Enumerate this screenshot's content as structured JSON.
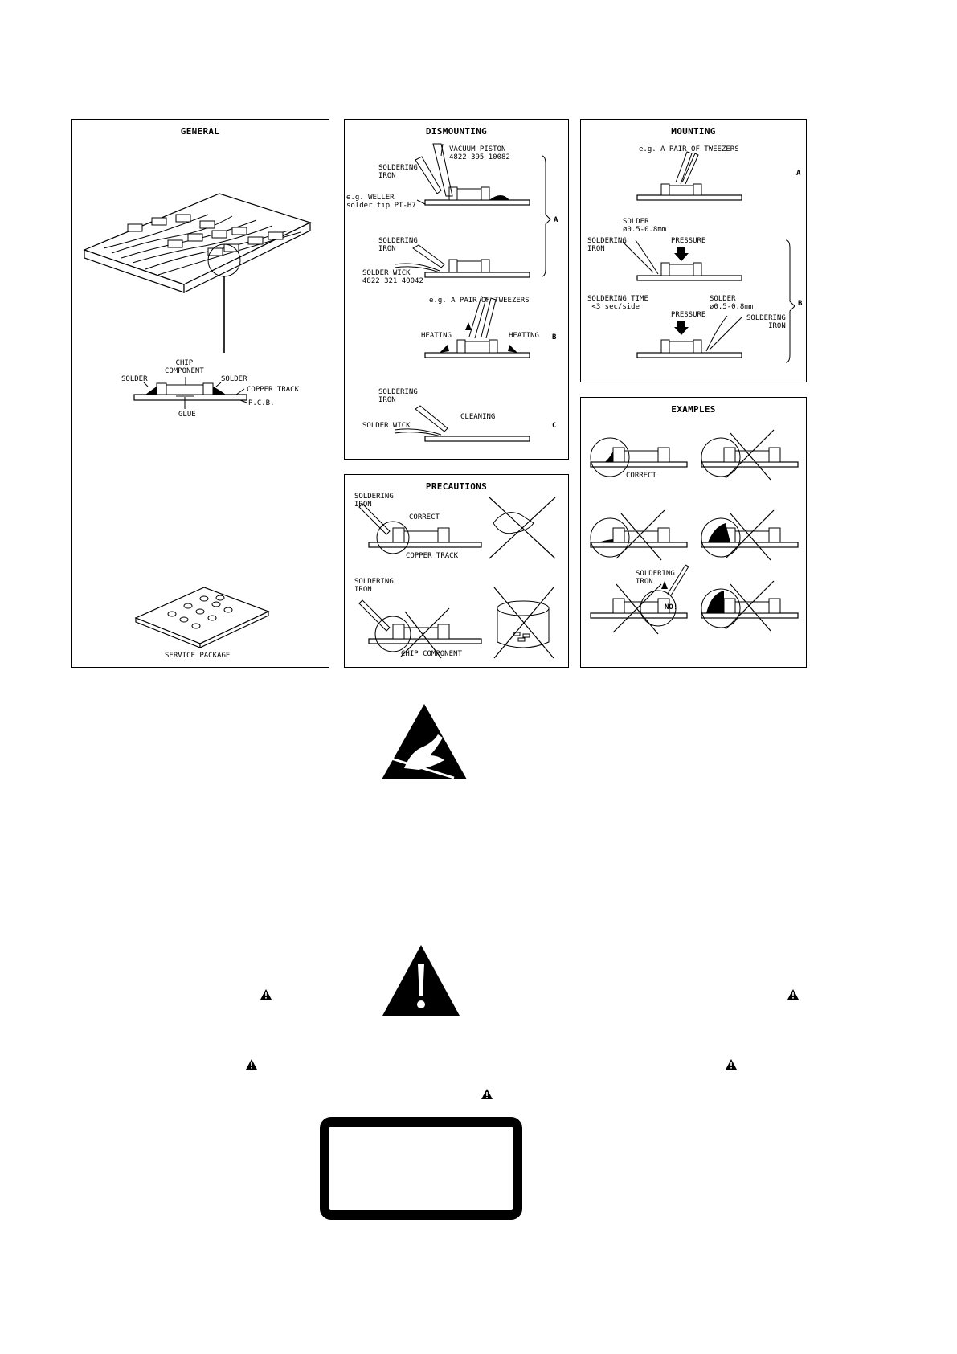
{
  "general": {
    "title": "GENERAL",
    "labels": {
      "chip_component": "CHIP\nCOMPONENT",
      "solder_left": "SOLDER",
      "solder_right": "SOLDER",
      "copper_track": "COPPER TRACK",
      "pcb": "P.C.B.",
      "glue": "GLUE",
      "service_package": "SERVICE PACKAGE"
    }
  },
  "dismounting": {
    "title": "DISMOUNTING",
    "labels": {
      "vacuum_piston": "VACUUM PISTON\n4822 395 10082",
      "soldering_iron_1": "SOLDERING\nIRON",
      "weller": "e.g. WELLER\nsolder tip PT-H7",
      "soldering_iron_2": "SOLDERING\nIRON",
      "solder_wick_1": "SOLDER WICK\n4822 321 40042",
      "tweezers": "e.g. A PAIR OF TWEEZERS",
      "heating_left": "HEATING",
      "heating_right": "HEATING",
      "soldering_iron_3": "SOLDERING\nIRON",
      "solder_wick_2": "SOLDER WICK",
      "cleaning": "CLEANING",
      "step_a": "A",
      "step_b": "B",
      "step_c": "C"
    }
  },
  "precautions": {
    "title": "PRECAUTIONS",
    "labels": {
      "soldering_iron_1": "SOLDERING\nIRON",
      "correct": "CORRECT",
      "copper_track": "COPPER TRACK",
      "soldering_iron_2": "SOLDERING\nIRON",
      "chip_component": "CHIP COMPONENT"
    }
  },
  "mounting": {
    "title": "MOUNTING",
    "labels": {
      "tweezers": "e.g. A PAIR OF TWEEZERS",
      "step_a": "A",
      "solder_1": "SOLDER\nø0.5-0.8mm",
      "soldering_iron_1": "SOLDERING\nIRON",
      "pressure_1": "PRESSURE",
      "soldering_time": "SOLDERING TIME\n <3 sec/side",
      "solder_2": "SOLDER\nø0.5-0.8mm",
      "pressure_2": "PRESSURE",
      "soldering_iron_2": "SOLDERING\n     IRON",
      "step_b": "B"
    }
  },
  "examples": {
    "title": "EXAMPLES",
    "labels": {
      "correct": "CORRECT",
      "soldering_iron": "SOLDERING\nIRON",
      "no": "NO!"
    }
  },
  "icons": {
    "esd": "esd-warning-icon",
    "caution": "caution-triangle-icon",
    "small_warning": "warning-triangle-icon"
  }
}
